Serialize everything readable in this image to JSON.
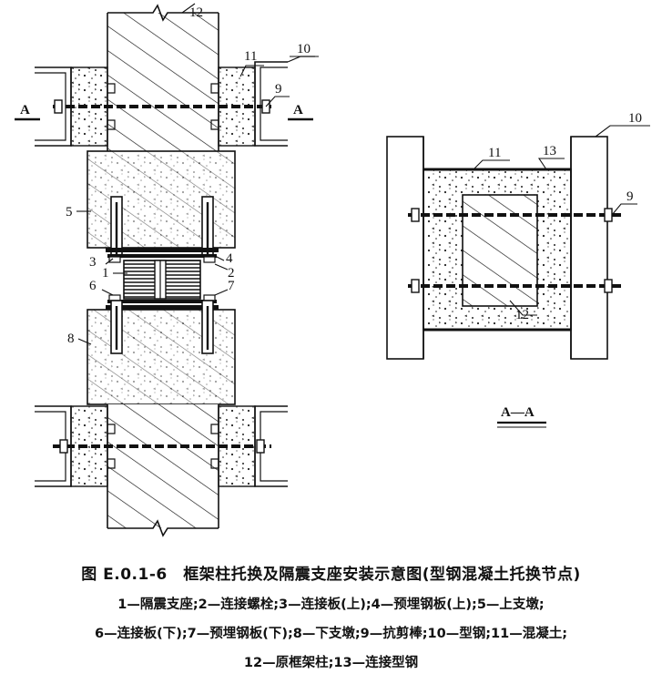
{
  "figure": {
    "section_label_left": "A",
    "section_label_right": "A",
    "section_view_title": "A—A",
    "callouts": {
      "c1": "1",
      "c2": "2",
      "c3": "3",
      "c4": "4",
      "c5": "5",
      "c6": "6",
      "c7": "7",
      "c8": "8",
      "c9": "9",
      "c10": "10",
      "c11": "11",
      "c12": "12",
      "s9": "9",
      "s10": "10",
      "s11": "11",
      "s12": "12",
      "s13": "13"
    }
  },
  "caption": {
    "title": "图 E.0.1-6　框架柱托换及隔震支座安装示意图(型钢混凝土托换节点)",
    "legend_lines": [
      "1—隔震支座;2—连接螺栓;3—连接板(上);4—预埋钢板(上);5—上支墩;",
      "6—连接板(下);7—预埋钢板(下);8—下支墩;9—抗剪棒;10—型钢;11—混凝土;",
      "12—原框架柱;13—连接型钢"
    ]
  },
  "colors": {
    "line": "#111111",
    "background": "#ffffff"
  }
}
